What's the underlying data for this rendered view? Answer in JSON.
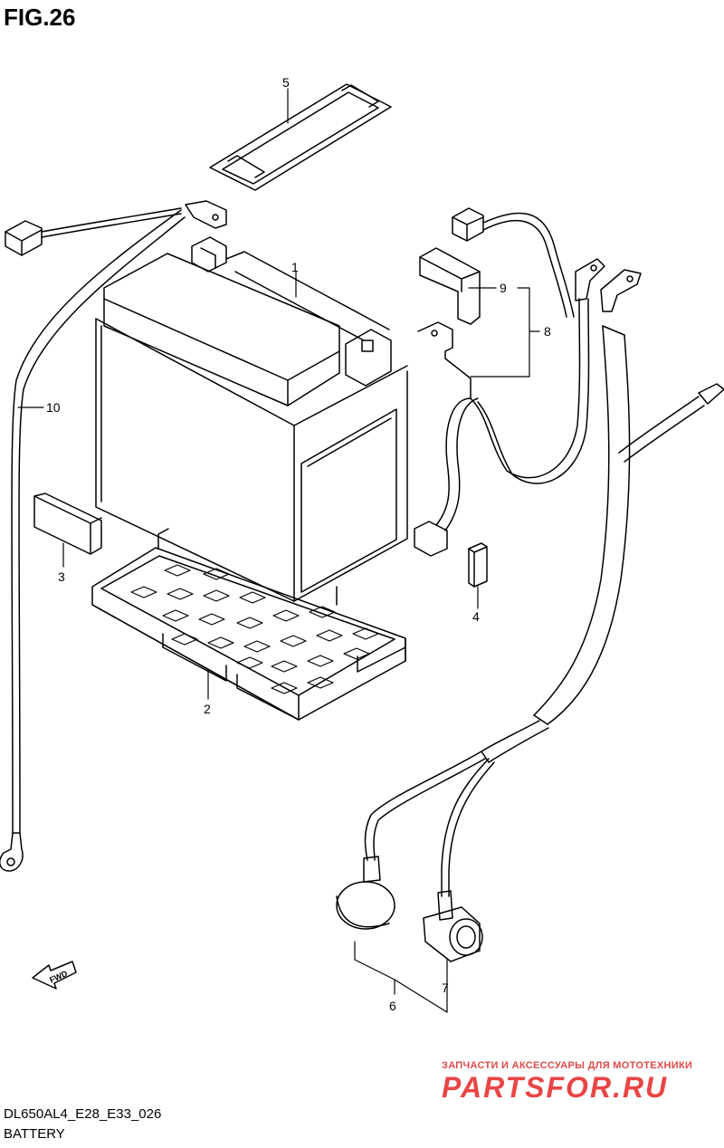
{
  "figure": {
    "title": "FIG.26",
    "model_code": "DL650AL4_E28_E33_026",
    "section": "BATTERY"
  },
  "callouts": [
    {
      "number": "1"
    },
    {
      "number": "2"
    },
    {
      "number": "3"
    },
    {
      "number": "4"
    },
    {
      "number": "5"
    },
    {
      "number": "6"
    },
    {
      "number": "7"
    },
    {
      "number": "8"
    },
    {
      "number": "9"
    },
    {
      "number": "10"
    }
  ],
  "direction_marker": {
    "label": "FWD",
    "icon": "forward-arrow-icon"
  },
  "watermark": {
    "tagline": "ЗАПЧАСТИ И АКСЕССУАРЫ ДЛЯ МОТОТЕХНИКИ",
    "brand": "PARTSFOR.RU",
    "color": "#e84545"
  }
}
